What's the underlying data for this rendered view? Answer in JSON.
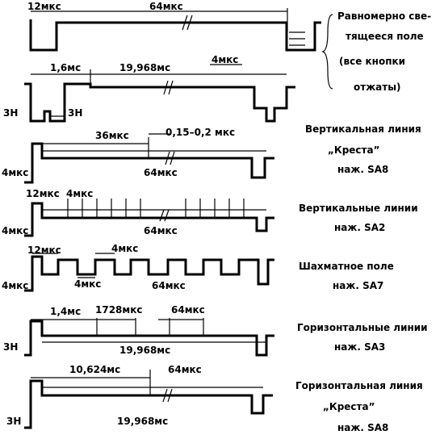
{
  "panels": [
    {
      "caption": [
        "Равномерно све-",
        "тящееся поле",
        "(все кнопки",
        "отжаты)"
      ],
      "timings": [
        "12мкс",
        "64мкс",
        "1,6мс",
        "19,968мс",
        "4мкс",
        "3Н",
        "3Н"
      ]
    },
    {
      "caption": [
        "Вертикальная линия",
        "„Креста”",
        "наж. SA8"
      ],
      "timings": [
        "36мкс",
        "0,15–0,2 мкс",
        "4мкс",
        "64мкс"
      ]
    },
    {
      "caption": [
        "Вертикальные линии",
        "наж. SA2"
      ],
      "timings": [
        "12мкс",
        "4мкс",
        "4мкс",
        "64мкс"
      ]
    },
    {
      "caption": [
        "Шахматное поле",
        "наж. SA7"
      ],
      "timings": [
        "12мкс",
        "4мкс",
        "4мкс",
        "4мкс",
        "64мкс"
      ]
    },
    {
      "caption": [
        "Горизонтальные линии",
        "наж. SA3"
      ],
      "timings": [
        "1,4мс",
        "1728мкс",
        "64мкс",
        "3Н",
        "19,968мс"
      ]
    },
    {
      "caption": [
        "Горизонтальная линия",
        "„Креста”",
        "наж. SA8"
      ],
      "timings": [
        "10,624мс",
        "64мкс",
        "3Н",
        "19,968мс"
      ]
    }
  ]
}
